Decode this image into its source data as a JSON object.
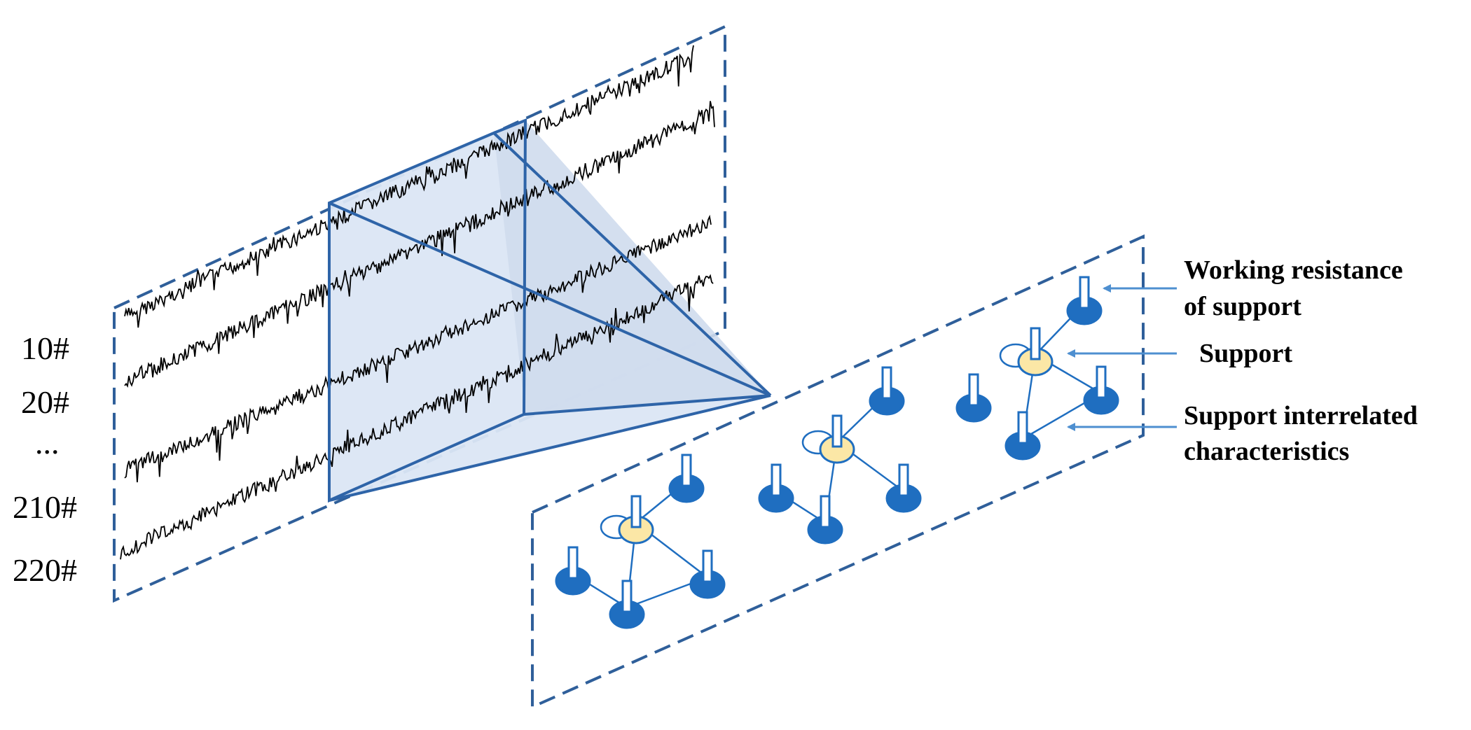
{
  "row_labels": [
    "10#",
    "20#",
    "...",
    "210#",
    "220#"
  ],
  "callouts": [
    {
      "lines": [
        "Working resistance",
        "of support"
      ]
    },
    {
      "lines": [
        "Support"
      ]
    },
    {
      "lines": [
        "Support interrelated",
        "characteristics"
      ]
    }
  ],
  "colors": {
    "frame": "#2f5f9a",
    "pyramid_edge": "#2e64a8",
    "pyramid_fill": "#dbe6f4",
    "support_node": "#1f6ec0",
    "support_center": "#fbe7a6",
    "arrow": "#4e8fd0",
    "signal": "#000000"
  },
  "icons": {
    "support": "support-node-icon",
    "arrow": "arrow-left-icon"
  }
}
